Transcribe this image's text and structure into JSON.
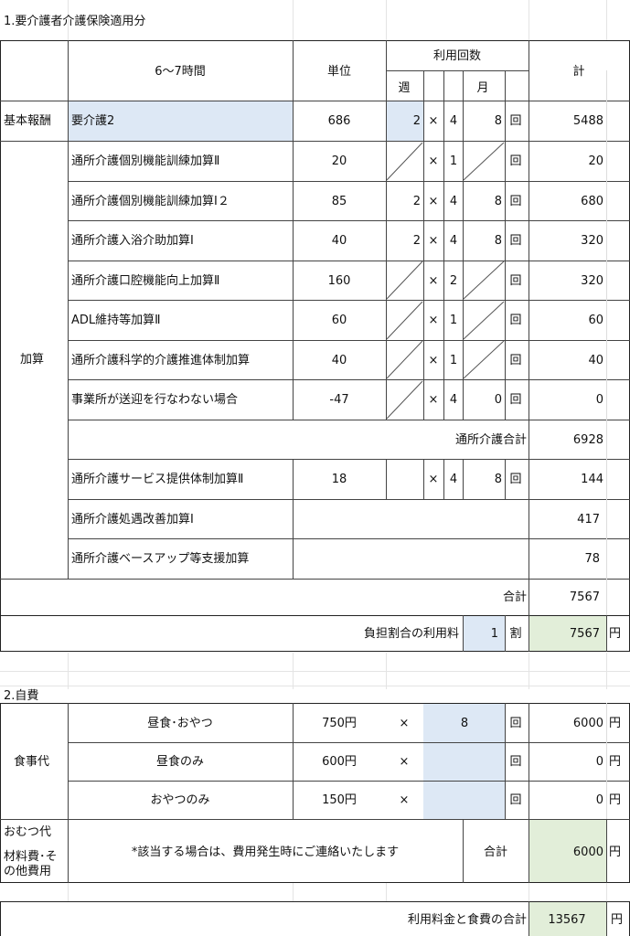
{
  "section1": {
    "title": "1.要介護者介護保険適用分",
    "header": {
      "period": "6～7時間",
      "unit": "単位",
      "usage": "利用回数",
      "week": "週",
      "month": "月",
      "total": "計"
    },
    "base": {
      "category": "基本報酬",
      "name": "要介護2",
      "unit": "686",
      "week": "2",
      "times": "×",
      "factor": "4",
      "month": "8",
      "per": "回",
      "total": "5488"
    },
    "addition_label": "加算",
    "additions": [
      {
        "name": "通所介護個別機能訓練加算Ⅱ",
        "unit": "20",
        "week": "",
        "times": "×",
        "factor": "1",
        "month": "",
        "per": "回",
        "total": "20"
      },
      {
        "name": "通所介護個別機能訓練加算Ⅰ２",
        "unit": "85",
        "week": "2",
        "times": "×",
        "factor": "4",
        "month": "8",
        "per": "回",
        "total": "680"
      },
      {
        "name": "通所介護入浴介助加算Ⅰ",
        "unit": "40",
        "week": "2",
        "times": "×",
        "factor": "4",
        "month": "8",
        "per": "回",
        "total": "320"
      },
      {
        "name": "通所介護口腔機能向上加算Ⅱ",
        "unit": "160",
        "week": "",
        "times": "×",
        "factor": "2",
        "month": "",
        "per": "回",
        "total": "320"
      },
      {
        "name": "ADL維持等加算Ⅱ",
        "unit": "60",
        "week": "",
        "times": "×",
        "factor": "1",
        "month": "",
        "per": "回",
        "total": "60"
      },
      {
        "name": "通所介護科学的介護推進体制加算",
        "unit": "40",
        "week": "",
        "times": "×",
        "factor": "1",
        "month": "",
        "per": "回",
        "total": "40"
      },
      {
        "name": "事業所が送迎を行なわない場合",
        "unit": "-47",
        "week": "",
        "times": "×",
        "factor": "4",
        "month": "0",
        "per": "回",
        "total": "0"
      }
    ],
    "subtotal": {
      "label": "通所介護合計",
      "value": "6928"
    },
    "extras": [
      {
        "name": "通所介護サービス提供体制加算Ⅱ",
        "unit": "18",
        "times": "×",
        "factor": "4",
        "month": "8",
        "per": "回",
        "total": "144"
      },
      {
        "name": "通所介護処遇改善加算Ⅰ",
        "total": "417"
      },
      {
        "name": "通所介護ベースアップ等支援加算",
        "total": "78"
      }
    ],
    "grand": {
      "label": "合計",
      "value": "7567"
    },
    "burden": {
      "label": "負担割合の利用料",
      "ratio": "1",
      "ratio_unit": "割",
      "value": "7567",
      "currency": "円"
    }
  },
  "section2": {
    "title": "2.自費",
    "meal_label": "食事代",
    "meals": [
      {
        "name": "昼食･おやつ",
        "price": "750円",
        "times": "×",
        "count": "8",
        "per": "回",
        "total": "6000",
        "currency": "円"
      },
      {
        "name": "昼食のみ",
        "price": "600円",
        "times": "×",
        "count": "",
        "per": "回",
        "total": "0",
        "currency": "円"
      },
      {
        "name": "おやつのみ",
        "price": "150円",
        "times": "×",
        "count": "",
        "per": "回",
        "total": "0",
        "currency": "円"
      }
    ],
    "diaper_label": "おむつ代",
    "material_label_1": "材料費･そ",
    "material_label_2": "の他費用",
    "note": "*該当する場合は、費用発生時にご連絡いたします",
    "sum_label": "合計",
    "sum_value": "6000",
    "sum_currency": "円"
  },
  "final": {
    "label": "利用料金と食費の合計",
    "value": "13567",
    "currency": "円"
  }
}
